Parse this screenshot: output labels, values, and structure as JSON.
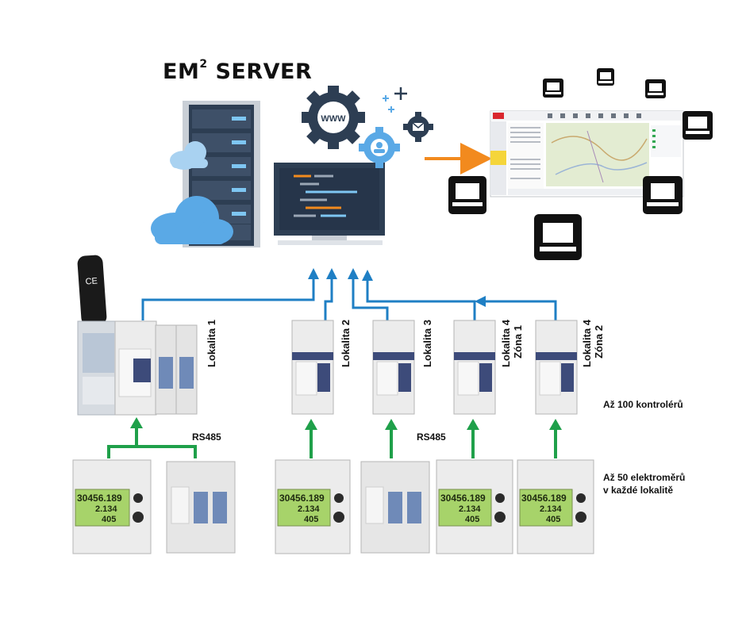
{
  "title": {
    "main": "EM",
    "sup": "2",
    "suffix": " SERVER"
  },
  "locations": [
    {
      "label": "Lokalita 1"
    },
    {
      "label": "Lokalita 2"
    },
    {
      "label": "Lokalita 3"
    },
    {
      "label": "Lokalita 4",
      "zone": "Zóna 1"
    },
    {
      "label": "Lokalita 4",
      "zone": "Zóna 2"
    }
  ],
  "bus_labels": [
    "RS485",
    "RS485"
  ],
  "notes": {
    "controllers": "Až 100 kontrolérů",
    "meters_line1": "Až 50 elektroměrů",
    "meters_line2": "v každé lokalitě"
  },
  "cloud_icons": {
    "gear_www": "WWW"
  },
  "meter_display": {
    "row1": "30456.189",
    "row2": "2.134",
    "row3": "405"
  },
  "colors": {
    "blue_link": "#1f7fc4",
    "green_link": "#1fa04a",
    "orange_arrow": "#f28a1e",
    "server_rack": "#2d3e53",
    "gear": "#2d3e53",
    "cloud": "#5aa9e6"
  }
}
